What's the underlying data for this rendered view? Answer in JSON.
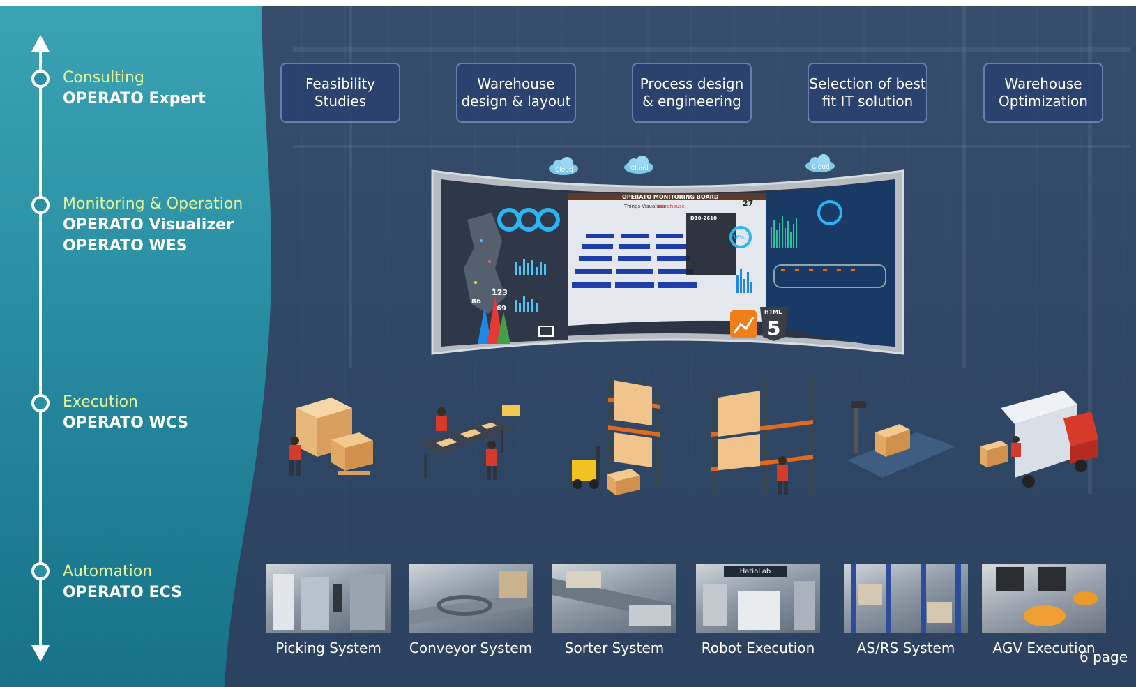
{
  "stages": [
    {
      "category": "Consulting",
      "products": [
        "OPERATO Expert"
      ]
    },
    {
      "category": "Monitoring & Operation",
      "products": [
        "OPERATO Visualizer",
        "OPERATO WES"
      ]
    },
    {
      "category": "Execution",
      "products": [
        "OPERATO WCS"
      ]
    },
    {
      "category": "Automation",
      "products": [
        "OPERATO ECS"
      ]
    }
  ],
  "consulting_boxes": [
    "Feasibility\nStudies",
    "Warehouse\ndesign & layout",
    "Process design\n& engineering",
    "Selection of best\nfit IT solution",
    "Warehouse\nOptimization"
  ],
  "board": {
    "title": "OPERATO MONITORING BOARD",
    "cloud_label": "Cloud",
    "html5_label": "HTML",
    "html5_number": "5",
    "map_values": [
      "123",
      "86",
      "69"
    ],
    "middle_header": "Things-Visualizer",
    "middle_header_accent": "Warehouse",
    "detail_title": "D10-2610",
    "gauge_value": "36%",
    "kpi_value": "27"
  },
  "automation_systems": [
    "Picking System",
    "Conveyor System",
    "Sorter System",
    "Robot Execution",
    "AS/RS System",
    "AGV Execution"
  ],
  "robot_photo_sign": "HatioLab",
  "page_label": "6 page",
  "colors": {
    "teal": "#2f95a8",
    "consult_text": "#e6f29a",
    "box_fill": "#28406e",
    "orange": "#f0a24a",
    "red": "#d63a2a"
  }
}
